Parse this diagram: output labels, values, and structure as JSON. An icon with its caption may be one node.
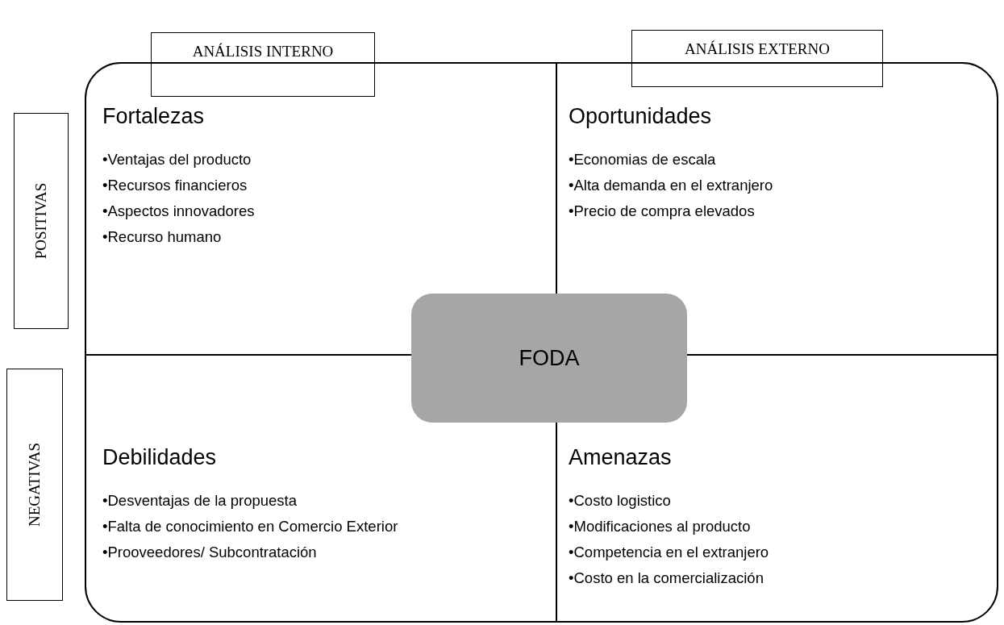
{
  "diagram": {
    "nodes": [
      {
        "text": [
          "ANÁLISIS INTERNO"
        ]
      },
      {
        "text": [
          "ANÁLISIS EXTERNO"
        ]
      },
      {
        "text": [
          "POSITIVAS"
        ]
      },
      {
        "text": [
          "NEGATIVAS"
        ]
      },
      {
        "text": [],
        "shape": "box"
      },
      {
        "text": [
          "Fortalezas",
          "•Ventajas del producto",
          "•Recursos financieros",
          "•Aspectos innovadores",
          "•Recurso humano"
        ],
        "in": 4
      },
      {
        "text": [
          "Oportunidades",
          "•Economias de escala",
          "•Alta demanda en el extranjero",
          "•Precio de compra elevados"
        ],
        "in": 4
      },
      {
        "text": [
          "FODA"
        ],
        "in": 4
      },
      {
        "text": [
          "Debilidades",
          "•Desventajas de la propuesta",
          "•Falta de conocimiento en Comercio Exterior",
          "•Prooveedores/ Subcontratación"
        ],
        "in": 4
      },
      {
        "text": [
          "Amenazas",
          "•Costo logistico",
          "•Modificaciones al producto",
          "•Competencia en el extranjero",
          "•Costo en la comercialización"
        ],
        "in": 4
      }
    ],
    "edges": []
  }
}
